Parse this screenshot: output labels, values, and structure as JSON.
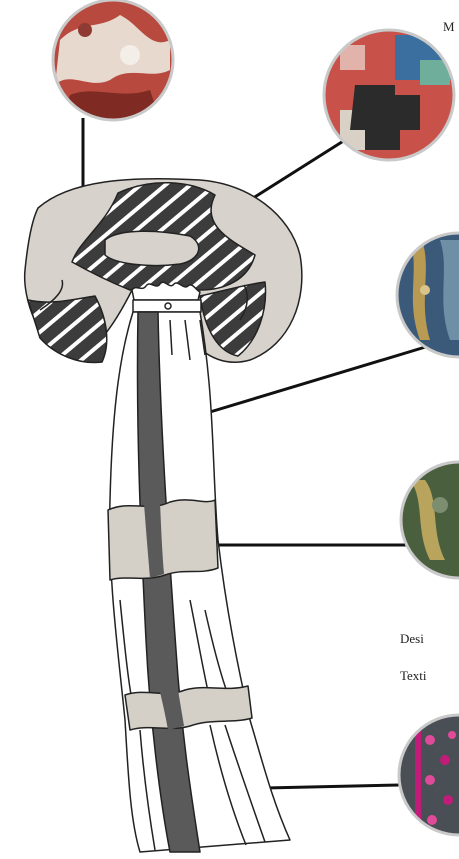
{
  "labels": {
    "top": "M",
    "design": "Desi",
    "textile": "Texti"
  },
  "swatches": [
    {
      "name": "red-white-marbled-fabric",
      "colors": [
        "#b8493f",
        "#e8d9cf",
        "#7f2a22",
        "#f3eee8"
      ]
    },
    {
      "name": "red-blue-pixel-fabric",
      "colors": [
        "#c8524a",
        "#3a6fa0",
        "#2b2b2b",
        "#6fae9a"
      ]
    },
    {
      "name": "blue-gold-brocade-fabric",
      "colors": [
        "#3b5a7a",
        "#b99a52",
        "#6f8fa6"
      ]
    },
    {
      "name": "green-gold-patterned-fabric",
      "colors": [
        "#4a5f3e",
        "#b8a45c",
        "#7d8d70"
      ]
    },
    {
      "name": "pink-bead-fabric",
      "colors": [
        "#c21c7a",
        "#4a4f55",
        "#e04a98"
      ]
    }
  ],
  "palette": {
    "outline": "#222222",
    "hood": "#d7d2cb",
    "stripe_dark": "#3c3c3c",
    "stripe_band": "#5a5a5a",
    "band_beige": "#d4d0c8",
    "swatch_ring": "#c9c9c9"
  }
}
